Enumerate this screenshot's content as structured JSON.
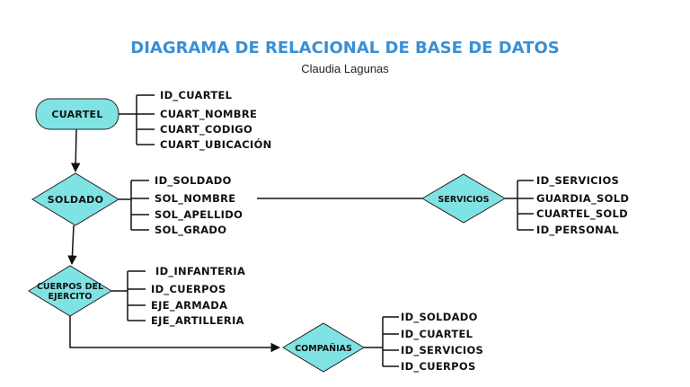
{
  "title": "DIAGRAMA DE RELACIONAL DE BASE DE DATOS",
  "author": "Claudia Lagunas",
  "colors": {
    "title": "#3a8fd6",
    "entity_fill": "#7fe3e3",
    "line": "#111111"
  },
  "cuartel": {
    "name": "CUARTEL",
    "attrs": [
      "ID_CUARTEL",
      "CUART_NOMBRE",
      "CUART_CODIGO",
      "CUART_UBICACIÓN"
    ]
  },
  "soldado": {
    "name": "SOLDADO",
    "attrs": [
      "ID_SOLDADO",
      "SOL_NOMBRE",
      "SOL_APELLIDO",
      "SOL_GRADO"
    ]
  },
  "servicios": {
    "name": "SERVICIOS",
    "attrs": [
      "ID_SERVICIOS",
      "GUARDIA_SOLD",
      "CUARTEL_SOLD",
      "ID_PERSONAL"
    ]
  },
  "cuerpos": {
    "name_line1": "CUERPOS DEL",
    "name_line2": "EJERCITO",
    "attrs": [
      "ID_INFANTERIA",
      "ID_CUERPOS",
      "EJE_ARMADA",
      "EJE_ARTILLERIA"
    ]
  },
  "companias": {
    "name": "COMPAÑIAS",
    "attrs": [
      "ID_SOLDADO",
      "ID_CUARTEL",
      "ID_SERVICIOS",
      "ID_CUERPOS"
    ]
  }
}
